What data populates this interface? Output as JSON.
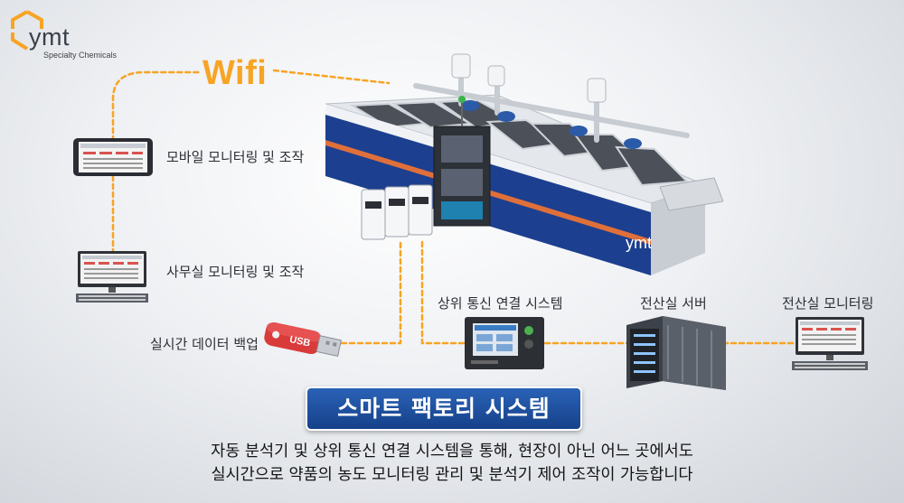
{
  "logo": {
    "name": "ymt",
    "subtitle": "Specialty Chemicals"
  },
  "wifi_label": "Wifi",
  "labels": {
    "mobile": "모바일 모니터링 및 조작",
    "office": "사무실 모니터링 및 조작",
    "usb": "실시간 데이터 백업",
    "comm": "상위 통신 연결 시스템",
    "server": "전산실 서버",
    "server_monitor": "전산실 모니터링"
  },
  "usb_text": "USB",
  "machine_brand": "ymt",
  "title": "스마트 팩토리 시스템",
  "caption": {
    "line1": "자동 분석기 및 상위 통신 연결 시스템을 통해, 현장이 아닌 어느 곳에서도",
    "line2": "실시간으로 약품의 농도 모니터링 관리 및  분석기 제어 조작이 가능합니다"
  },
  "colors": {
    "accent_orange": "#f7a425",
    "title_blue": "#1e4f9e",
    "machine_blue": "#1d3f8f"
  }
}
